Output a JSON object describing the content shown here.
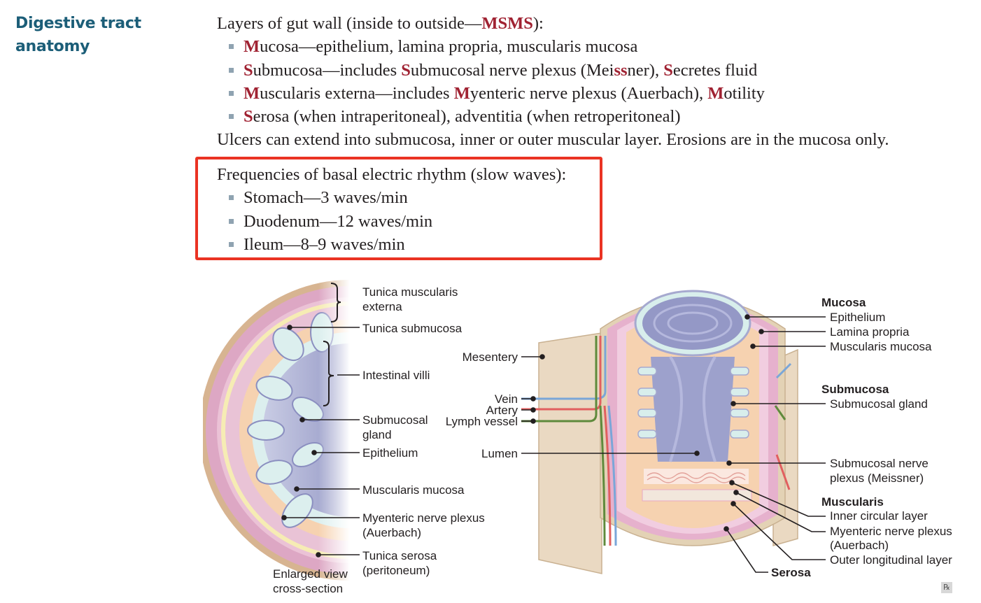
{
  "section": {
    "title_line1": "Digestive tract",
    "title_line2": "anatomy"
  },
  "layers": {
    "intro_prefix": "Layers of gut wall (inside to outside—",
    "intro_mnemonic": "MSMS",
    "intro_suffix": "):",
    "items": [
      {
        "segs": [
          {
            "t": "M",
            "h": true
          },
          {
            "t": "ucosa—epithelium, lamina propria, muscularis mucosa",
            "h": false
          }
        ]
      },
      {
        "segs": [
          {
            "t": "S",
            "h": true
          },
          {
            "t": "ubmucosa—includes ",
            "h": false
          },
          {
            "t": "S",
            "h": true
          },
          {
            "t": "ubmucosal nerve plexus (Mei",
            "h": false
          },
          {
            "t": "ss",
            "h": true
          },
          {
            "t": "ner), ",
            "h": false
          },
          {
            "t": "S",
            "h": true
          },
          {
            "t": "ecretes fluid",
            "h": false
          }
        ]
      },
      {
        "segs": [
          {
            "t": "M",
            "h": true
          },
          {
            "t": "uscularis externa—includes ",
            "h": false
          },
          {
            "t": "M",
            "h": true
          },
          {
            "t": "yenteric nerve plexus (Auerbach), ",
            "h": false
          },
          {
            "t": "M",
            "h": true
          },
          {
            "t": "otility",
            "h": false
          }
        ]
      },
      {
        "segs": [
          {
            "t": "S",
            "h": true
          },
          {
            "t": "erosa (when intraperitoneal), adventitia (when retroperitoneal)",
            "h": false
          }
        ]
      }
    ],
    "ulcer_note": "Ulcers can extend into submucosa, inner or outer muscular layer. Erosions are in the mucosa only."
  },
  "frequencies": {
    "intro": "Frequencies of basal electric rhythm (slow waves):",
    "items": [
      "Stomach—3 waves/min",
      "Duodenum—12 waves/min",
      "Ileum—8–9 waves/min"
    ]
  },
  "cross_section": {
    "tunica_muscularis_1": "Tunica muscularis",
    "tunica_muscularis_2": "externa",
    "tunica_submucosa": "Tunica submucosa",
    "intestinal_villi": "Intestinal villi",
    "submucosal_gland_1": "Submucosal",
    "submucosal_gland_2": "gland",
    "epithelium": "Epithelium",
    "muscularis_mucosa": "Muscularis mucosa",
    "myenteric_1": "Myenteric nerve plexus",
    "myenteric_2": "(Auerbach)",
    "serosa_1": "Tunica serosa",
    "serosa_2": "(peritoneum)",
    "caption_1": "Enlarged view",
    "caption_2": "cross-section"
  },
  "tube": {
    "mesentery": "Mesentery",
    "vein": "Vein",
    "artery": "Artery",
    "lymph": "Lymph vessel",
    "lumen": "Lumen",
    "mucosa_header": "Mucosa",
    "epithelium": "Epithelium",
    "lamina_propria": "Lamina propria",
    "muscularis_mucosa": "Muscularis mucosa",
    "submucosa_header": "Submucosa",
    "submucosal_gland": "Submucosal gland",
    "meissner_1": "Submucosal nerve",
    "meissner_2": "plexus (Meissner)",
    "muscularis_header": "Muscularis",
    "inner_circular": "Inner circular layer",
    "myenteric_1": "Myenteric nerve plexus",
    "myenteric_2": "(Auerbach)",
    "outer_longitudinal": "Outer longitudinal layer",
    "serosa": "Serosa"
  },
  "footer": {
    "rx_badge": "℞"
  },
  "colors": {
    "accent": "#a02232",
    "title": "#1c5e78",
    "highlight_border": "#ea3323",
    "bullet": "#8fa3b1"
  }
}
